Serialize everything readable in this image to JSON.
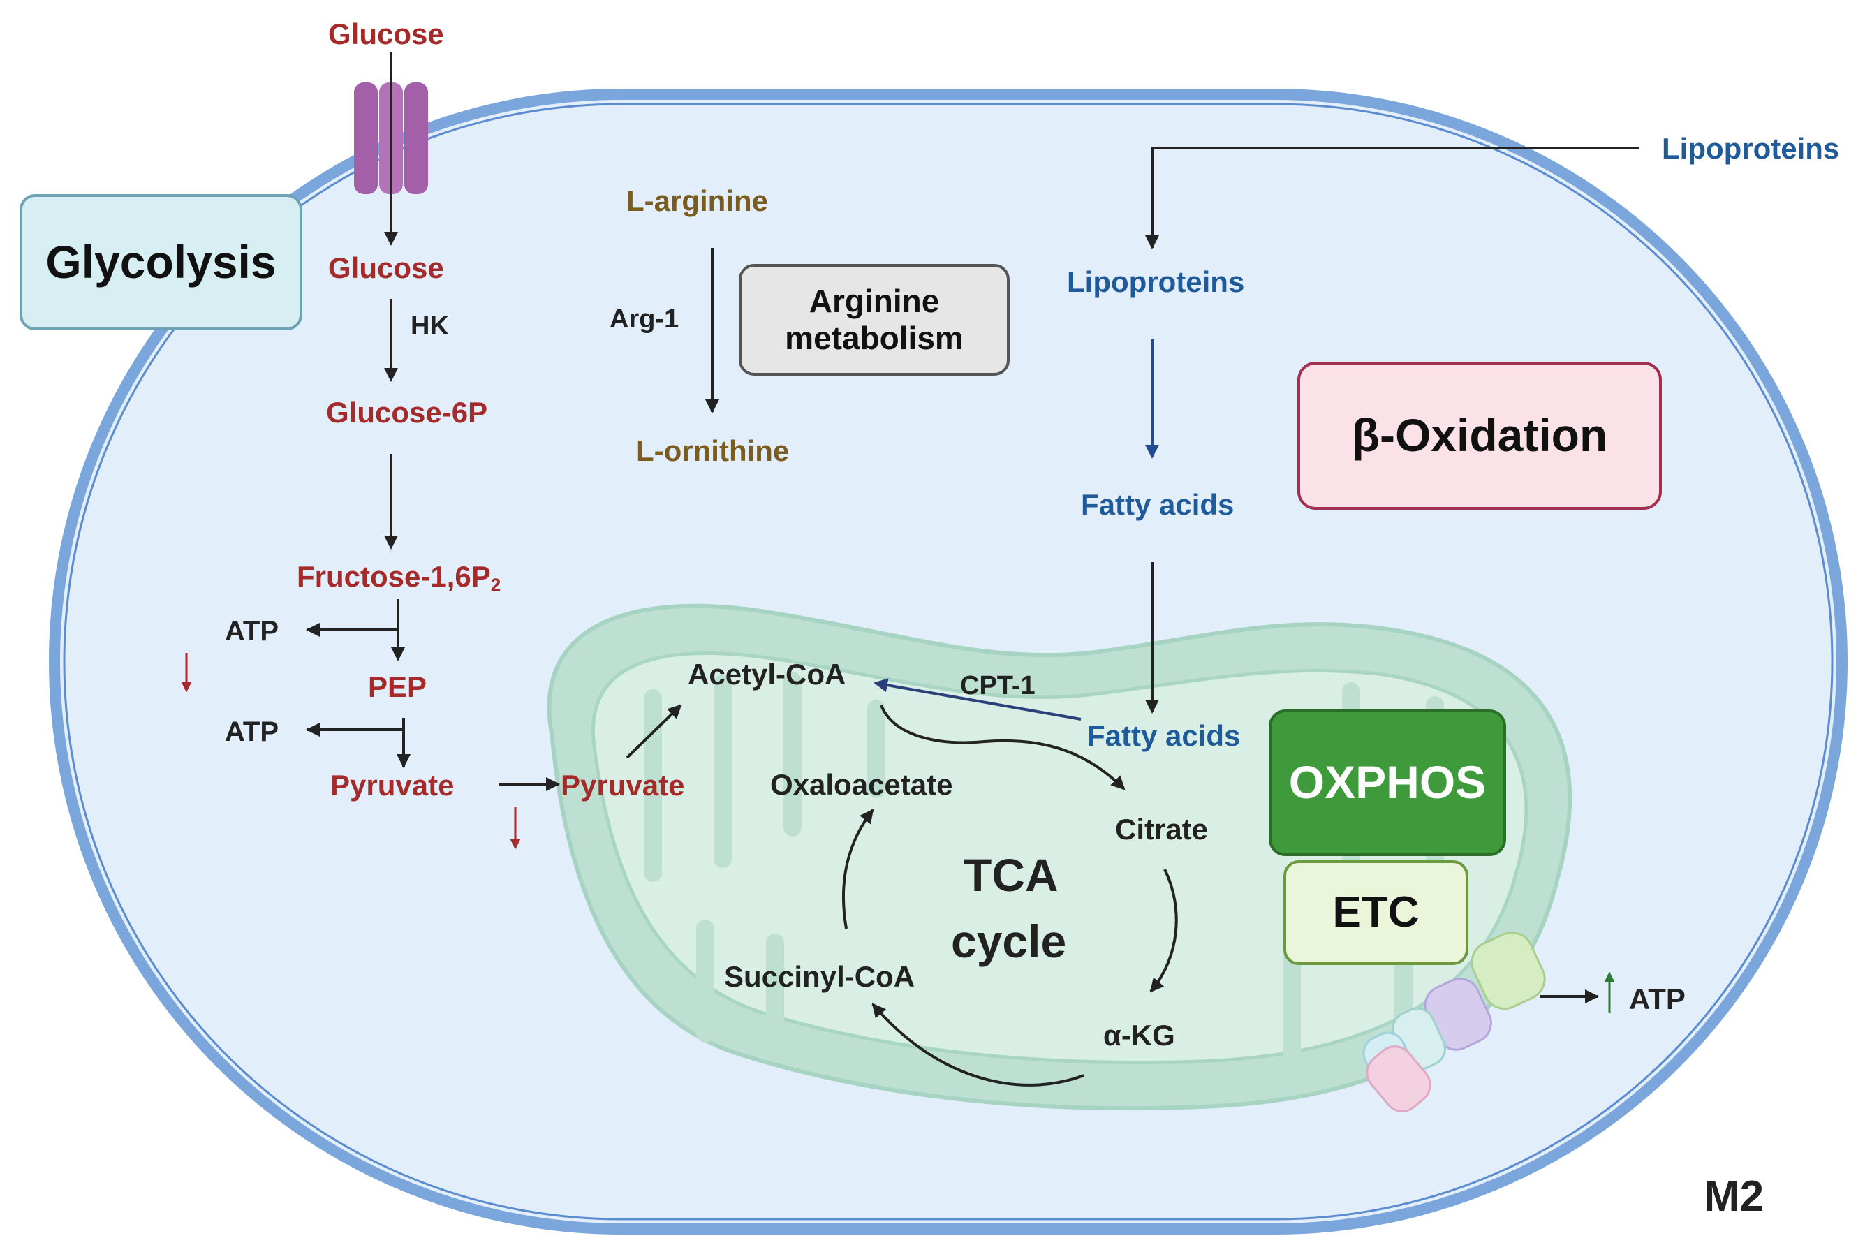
{
  "colors": {
    "glycolysis": "#a52a2a",
    "arginine": "#7a5c1e",
    "lipid": "#1f5b9a",
    "cell_fill": "#e3eefb",
    "cell_membrane": "#7aa6dc",
    "mito": "#bde0d3",
    "oxphos": "#3f9a3c",
    "etc": "#eaf5d9",
    "beta_ox": "#fbe2e8",
    "arrow": "#222222"
  },
  "labels": {
    "glucose_out": "Glucose",
    "glucose_in": "Glucose",
    "hk": "HK",
    "glucose6p": "Glucose-6P",
    "fructose": "Fructose-1,6P",
    "fructose_sub": "2",
    "atp1": "ATP",
    "pep": "PEP",
    "atp2": "ATP",
    "pyruvate1": "Pyruvate",
    "pyruvate2": "Pyruvate",
    "l_arginine": "L-arginine",
    "arg1": "Arg-1",
    "l_ornithine": "L-ornithine",
    "lipoproteins_out": "Lipoproteins",
    "lipoproteins_in": "Lipoproteins",
    "fatty_acids1": "Fatty acids",
    "fatty_acids2": "Fatty acids",
    "cpt1": "CPT-1",
    "acetyl_coa": "Acetyl-CoA",
    "oxaloacetate": "Oxaloacetate",
    "citrate": "Citrate",
    "tca_line1": "TCA",
    "tca_line2": "cycle",
    "succinyl_coa": "Succinyl-CoA",
    "akg": "α-KG",
    "atp3": "ATP",
    "cell_type": "M2"
  },
  "boxes": {
    "glycolysis": "Glycolysis",
    "arginine_line1": "Arginine",
    "arginine_line2": "metabolism",
    "beta_oxidation": "β-Oxidation",
    "oxphos": "OXPHOS",
    "etc": "ETC"
  }
}
